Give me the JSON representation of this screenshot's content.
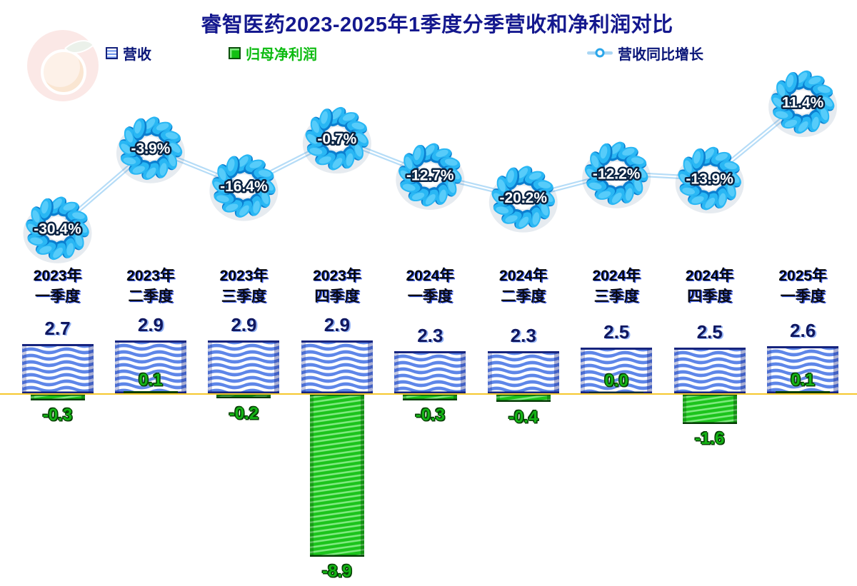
{
  "title": "睿智医药2023-2025年1季度分季营收和净利润对比",
  "legend": {
    "revenue_label": "营收",
    "net_profit_label": "归母净利润",
    "growth_label": "营收同比增长"
  },
  "colors": {
    "title_text": "#14188E",
    "revenue_bar": "#5E86E8",
    "revenue_bar_edge": "#16247E",
    "profit_bar": "#1CC41C",
    "profit_bar_edge": "#053B05",
    "growth_marker_blue": "#29B7F4",
    "growth_line": "#B5DCF7",
    "axis_line": "#F6C82E",
    "revenue_value_text": "#10175F",
    "profit_value_text": "#15B415"
  },
  "chart_data": {
    "type": "bar",
    "subtype": "combo bar + line with gear markers",
    "categories": [
      {
        "year": "2023年",
        "quarter": "一季度"
      },
      {
        "year": "2023年",
        "quarter": "二季度"
      },
      {
        "year": "2023年",
        "quarter": "三季度"
      },
      {
        "year": "2023年",
        "quarter": "四季度"
      },
      {
        "year": "2024年",
        "quarter": "一季度"
      },
      {
        "year": "2024年",
        "quarter": "二季度"
      },
      {
        "year": "2024年",
        "quarter": "三季度"
      },
      {
        "year": "2024年",
        "quarter": "四季度"
      },
      {
        "year": "2025年",
        "quarter": "一季度"
      }
    ],
    "series": [
      {
        "name": "营收",
        "type": "bar",
        "values": [
          2.7,
          2.9,
          2.9,
          2.9,
          2.3,
          2.3,
          2.5,
          2.5,
          2.6
        ]
      },
      {
        "name": "归母净利润",
        "type": "bar",
        "values": [
          -0.3,
          0.1,
          -0.2,
          -8.9,
          -0.3,
          -0.4,
          0.0,
          -1.6,
          0.1
        ]
      },
      {
        "name": "营收同比增长",
        "type": "line",
        "unit": "%",
        "values": [
          -30.4,
          -3.9,
          -16.4,
          -0.7,
          -12.7,
          -20.2,
          -12.2,
          -13.9,
          11.4
        ]
      }
    ],
    "revenue_labels": [
      "2.7",
      "2.9",
      "2.9",
      "2.9",
      "2.3",
      "2.3",
      "2.5",
      "2.5",
      "2.6"
    ],
    "profit_labels": [
      "-0.3",
      "0.1",
      "-0.2",
      "-8.9",
      "-0.3",
      "-0.4",
      "0.0",
      "-1.6",
      "0.1"
    ],
    "growth_labels": [
      "-30.4%",
      "-3.9%",
      "-16.4%",
      "-0.7%",
      "-12.7%",
      "-20.2%",
      "-12.2%",
      "-13.9%",
      "11.4%"
    ],
    "baseline": 0,
    "grid": false,
    "legend_position": "top"
  }
}
